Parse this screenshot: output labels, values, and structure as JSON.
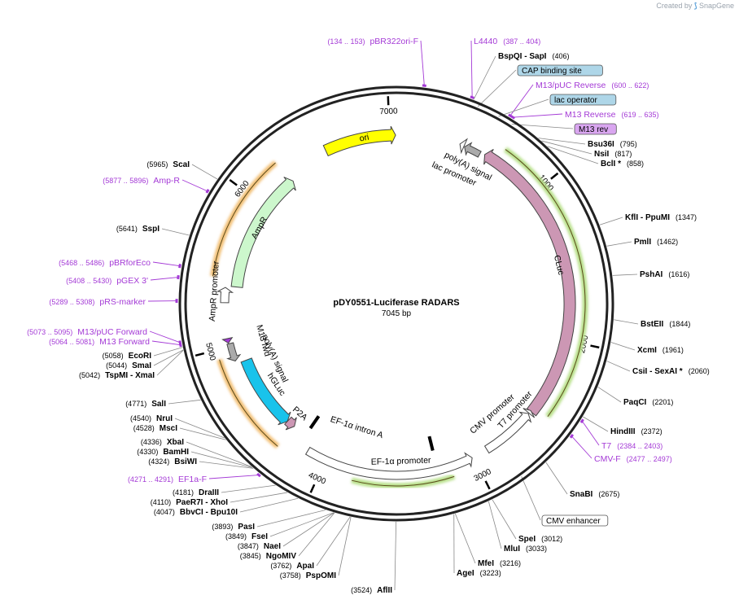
{
  "credit": {
    "prefix": "Created by",
    "brand": "SnapGene"
  },
  "plasmid": {
    "name": "pDY0551-Luciferase RADARS",
    "size_label": "7045 bp",
    "length": 7045
  },
  "ticks": [
    "1000",
    "2000",
    "3000",
    "4000",
    "5000",
    "6000",
    "7000"
  ],
  "colors": {
    "backbone": "#222222",
    "primer": "#a43ad6",
    "site": "#000000",
    "leader": "#888888",
    "ori": "#ffff00",
    "ampr": "#ccf7cc",
    "cluc": "#cc97b4",
    "hgluc": "#19c3eb",
    "promoter": "#ffffff",
    "orange_halo": "#f2bf74",
    "green_halo": "#b7e089"
  },
  "features": [
    {
      "id": "ori",
      "label": "ori",
      "start": 6560,
      "end": 7040,
      "dir": 1,
      "type": "ori"
    },
    {
      "id": "lac-promoter",
      "label": "lac promoter",
      "start": 425,
      "end": 455,
      "dir": -1,
      "type": "promoter"
    },
    {
      "id": "polya-top",
      "label": "poly(A) signal",
      "start": 460,
      "end": 570,
      "dir": -1,
      "type": "polya"
    },
    {
      "id": "cluc",
      "label": "CLuc",
      "start": 600,
      "end": 2520,
      "dir": -1,
      "type": "cds_pink"
    },
    {
      "id": "t7-promoter",
      "label": "T7 promoter",
      "start": 2515,
      "end": 2535,
      "dir": -1,
      "type": "promoter"
    },
    {
      "id": "cmv-promoter",
      "label": "CMV promoter",
      "start": 2540,
      "end": 2900,
      "dir": -1,
      "type": "promoter"
    },
    {
      "id": "ef1a-promoter",
      "label": "EF-1α promoter",
      "start": 3010,
      "end": 4130,
      "dir": -1,
      "type": "promoter"
    },
    {
      "id": "ef1a-intron",
      "label": "EF-1α intron A",
      "start": 3250,
      "end": 4200,
      "dir": 0,
      "type": "intron"
    },
    {
      "id": "p2a",
      "label": "P2A",
      "start": 4300,
      "end": 4360,
      "dir": -1,
      "type": "p2a"
    },
    {
      "id": "hgluc",
      "label": "hGLuc",
      "start": 4360,
      "end": 4880,
      "dir": -1,
      "type": "cds_cyan"
    },
    {
      "id": "polya-bottom",
      "label": "poly(A) signal",
      "start": 4900,
      "end": 5020,
      "dir": -1,
      "type": "polya"
    },
    {
      "id": "m13-fwd",
      "label": "M13 fwd",
      "start": 5025,
      "end": 5055,
      "dir": -1,
      "type": "primer_bind"
    },
    {
      "id": "ampr-promoter",
      "label": "AmpR promoter",
      "start": 5290,
      "end": 5390,
      "dir": 1,
      "type": "promoter"
    },
    {
      "id": "ampr",
      "label": "AmpR",
      "start": 5400,
      "end": 6260,
      "dir": 1,
      "type": "cds_green"
    }
  ],
  "site_labels": [
    {
      "id": "bspqi-sapi",
      "name": "BspQI   - SapI",
      "pos": "(406)",
      "side": "right"
    },
    {
      "id": "bsu36i",
      "name": "Bsu36I",
      "pos": "(795)",
      "side": "right"
    },
    {
      "id": "nsii",
      "name": "NsiI",
      "pos": "(817)",
      "side": "right"
    },
    {
      "id": "bcli",
      "name": "BclI *",
      "pos": "(858)",
      "side": "right"
    },
    {
      "id": "kfli-ppumi",
      "name": "KflI   - PpuMI",
      "pos": "(1347)",
      "side": "right"
    },
    {
      "id": "pmli",
      "name": "PmlI",
      "pos": "(1462)",
      "side": "right"
    },
    {
      "id": "pshai",
      "name": "PshAI",
      "pos": "(1616)",
      "side": "right"
    },
    {
      "id": "bsteii",
      "name": "BstEII",
      "pos": "(1844)",
      "side": "right"
    },
    {
      "id": "xcmi",
      "name": "XcmI",
      "pos": "(1961)",
      "side": "right"
    },
    {
      "id": "csii-sexai",
      "name": "CsiI   - SexAI *",
      "pos": "(2060)",
      "side": "right"
    },
    {
      "id": "paqci",
      "name": "PaqCI",
      "pos": "(2201)",
      "side": "right"
    },
    {
      "id": "hindiii",
      "name": "HindIII",
      "pos": "(2372)",
      "side": "right"
    },
    {
      "id": "snabi",
      "name": "SnaBI",
      "pos": "(2675)",
      "side": "right"
    },
    {
      "id": "spei",
      "name": "SpeI",
      "pos": "(3012)",
      "side": "right"
    },
    {
      "id": "mlui",
      "name": "MluI",
      "pos": "(3033)",
      "side": "right"
    },
    {
      "id": "mfei",
      "name": "MfeI",
      "pos": "(3216)",
      "side": "right"
    },
    {
      "id": "agei",
      "name": "AgeI",
      "pos": "(3223)",
      "side": "right"
    },
    {
      "id": "aflii",
      "name": "AflII",
      "pos": "(3524)",
      "side": "left"
    },
    {
      "id": "pspomi",
      "name": "PspOMI",
      "pos": "(3758)",
      "side": "left"
    },
    {
      "id": "apai",
      "name": "ApaI",
      "pos": "(3762)",
      "side": "left"
    },
    {
      "id": "ngomiv",
      "name": "NgoMIV",
      "pos": "(3845)",
      "side": "left"
    },
    {
      "id": "naei",
      "name": "NaeI",
      "pos": "(3847)",
      "side": "left"
    },
    {
      "id": "fsei",
      "name": "FseI",
      "pos": "(3849)",
      "side": "left"
    },
    {
      "id": "pasi",
      "name": "PasI",
      "pos": "(3893)",
      "side": "left"
    },
    {
      "id": "bbvci-bpu10i",
      "name": "BbvCI   - Bpu10I",
      "pos": "(4047)",
      "side": "left"
    },
    {
      "id": "paer7i-xhoi",
      "name": "PaeR7I   - XhoI",
      "pos": "(4110)",
      "side": "left"
    },
    {
      "id": "draiii",
      "name": "DraIII",
      "pos": "(4181)",
      "side": "left"
    },
    {
      "id": "bsiwi",
      "name": "BsiWI",
      "pos": "(4324)",
      "side": "left"
    },
    {
      "id": "bamhi",
      "name": "BamHI",
      "pos": "(4330)",
      "side": "left"
    },
    {
      "id": "xbai",
      "name": "XbaI",
      "pos": "(4336)",
      "side": "left"
    },
    {
      "id": "msci",
      "name": "MscI",
      "pos": "(4528)",
      "side": "left"
    },
    {
      "id": "nrui",
      "name": "NruI",
      "pos": "(4540)",
      "side": "left"
    },
    {
      "id": "sali",
      "name": "SalI",
      "pos": "(4771)",
      "side": "left"
    },
    {
      "id": "tspmi-xmai",
      "name": "TspMI   - XmaI",
      "pos": "(5042)",
      "side": "left"
    },
    {
      "id": "smai",
      "name": "SmaI",
      "pos": "(5044)",
      "side": "left"
    },
    {
      "id": "ecori",
      "name": "EcoRI",
      "pos": "(5058)",
      "side": "left"
    },
    {
      "id": "sspi",
      "name": "SspI",
      "pos": "(5641)",
      "side": "left"
    },
    {
      "id": "scai",
      "name": "ScaI",
      "pos": "(5965)",
      "side": "left"
    }
  ],
  "primer_labels": [
    {
      "id": "pbr322ori-f",
      "name": "pBR322ori-F",
      "range": "(134 .. 153)"
    },
    {
      "id": "l4440",
      "name": "L4440",
      "range": "(387 .. 404)"
    },
    {
      "id": "m13-puc-reverse",
      "name": "M13/pUC Reverse",
      "range": "(600 .. 622)"
    },
    {
      "id": "m13-reverse",
      "name": "M13 Reverse",
      "range": "(619 .. 635)"
    },
    {
      "id": "t7",
      "name": "T7",
      "range": "(2384 .. 2403)"
    },
    {
      "id": "cmv-f",
      "name": "CMV-F",
      "range": "(2477 .. 2497)"
    },
    {
      "id": "ef1a-f",
      "name": "EF1a-F",
      "range": "(4271 .. 4291)"
    },
    {
      "id": "m13-forward",
      "name": "M13 Forward",
      "range": "(5064 .. 5081)"
    },
    {
      "id": "m13-puc-forward",
      "name": "M13/pUC Forward",
      "range": "(5073 .. 5095)"
    },
    {
      "id": "prs-marker",
      "name": "pRS-marker",
      "range": "(5289 .. 5308)"
    },
    {
      "id": "pgex-3",
      "name": "pGEX 3'",
      "range": "(5408 .. 5430)"
    },
    {
      "id": "pbrforeco",
      "name": "pBRforEco",
      "range": "(5468 .. 5486)"
    },
    {
      "id": "amp-r",
      "name": "Amp-R",
      "range": "(5877 .. 5896)"
    }
  ],
  "boxed_labels": [
    {
      "id": "cap-binding-site",
      "label": "CAP binding site",
      "style": "blue"
    },
    {
      "id": "lac-operator",
      "label": "lac operator",
      "style": "blue"
    },
    {
      "id": "m13-rev",
      "label": "M13 rev",
      "style": "purple"
    },
    {
      "id": "cmv-enhancer",
      "label": "CMV enhancer",
      "style": "white"
    }
  ]
}
